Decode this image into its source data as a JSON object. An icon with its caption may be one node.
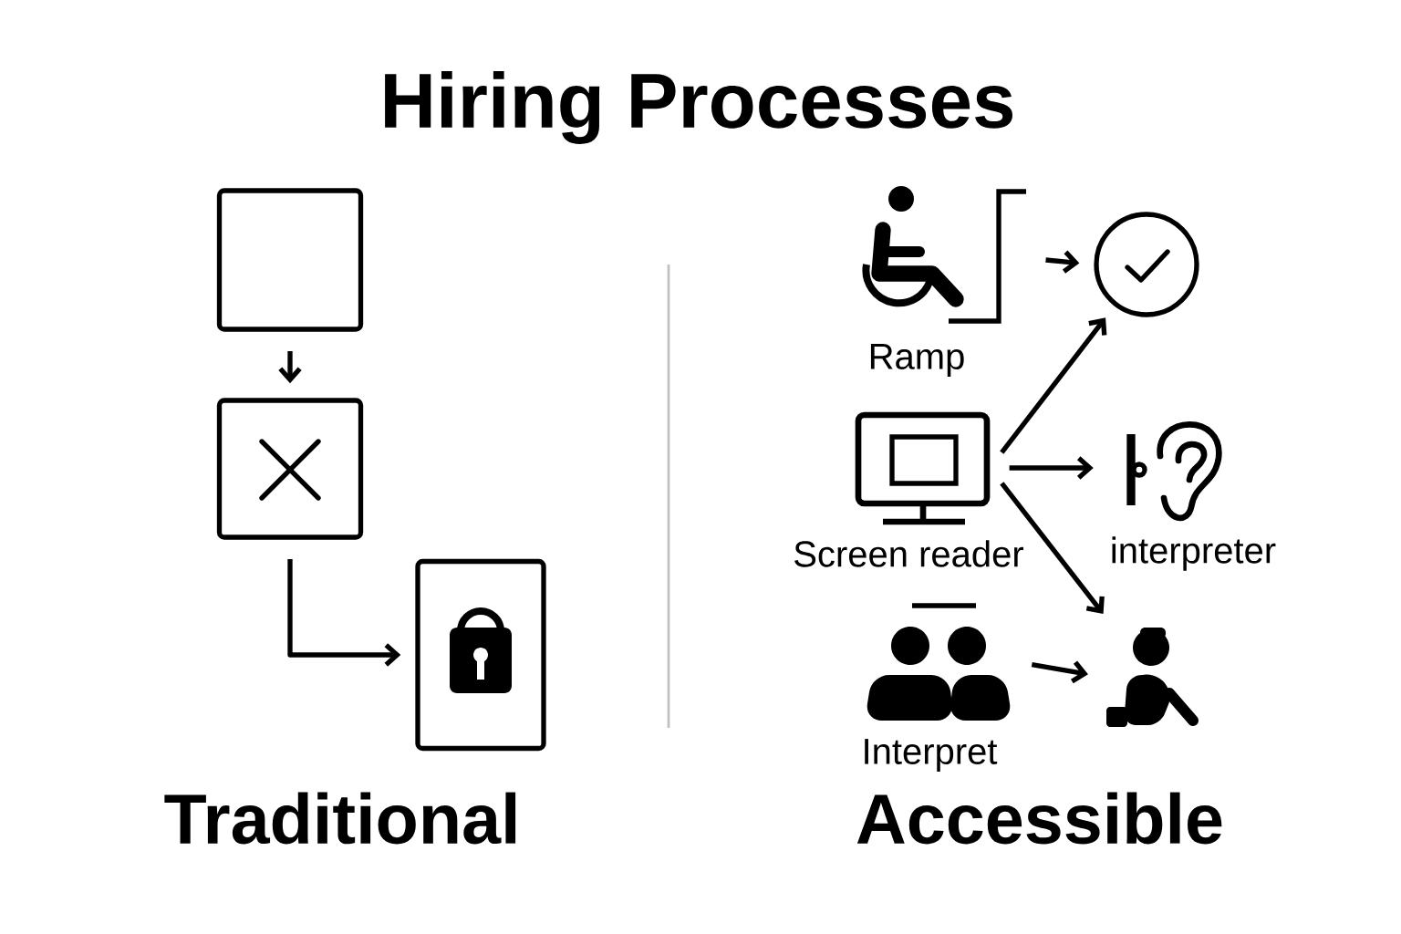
{
  "diagram": {
    "title": "Hiring Processes",
    "nodes": [
      {
        "text": [],
        "shape": "box"
      },
      {
        "text": [],
        "shape": "box"
      },
      {
        "text": [],
        "shape": "box"
      },
      {
        "text": [],
        "shape": "picture",
        "beside": [
          "Ramp"
        ]
      },
      {
        "text": [],
        "shape": "circle"
      },
      {
        "text": [],
        "shape": "picture",
        "beside": [
          "Screen reader"
        ]
      },
      {
        "text": [],
        "shape": "picture",
        "beside": [
          "interpreter"
        ]
      },
      {
        "text": [],
        "shape": "person",
        "beside": [
          "Interpret"
        ]
      },
      {
        "text": [],
        "shape": "person"
      }
    ],
    "edges": [
      {
        "from": 0,
        "to": 1,
        "arrow": "to"
      },
      {
        "from": 1,
        "to": 2,
        "arrow": "to"
      },
      {
        "from": 3,
        "to": 4,
        "arrow": "to"
      },
      {
        "from": 5,
        "to": 4,
        "arrow": "to"
      },
      {
        "from": 5,
        "to": 6,
        "arrow": "to"
      },
      {
        "from": 5,
        "to": 8,
        "arrow": "to"
      },
      {
        "from": 7,
        "to": 8,
        "arrow": "to"
      }
    ],
    "labels": [
      "Traditional",
      "Accessible"
    ]
  }
}
